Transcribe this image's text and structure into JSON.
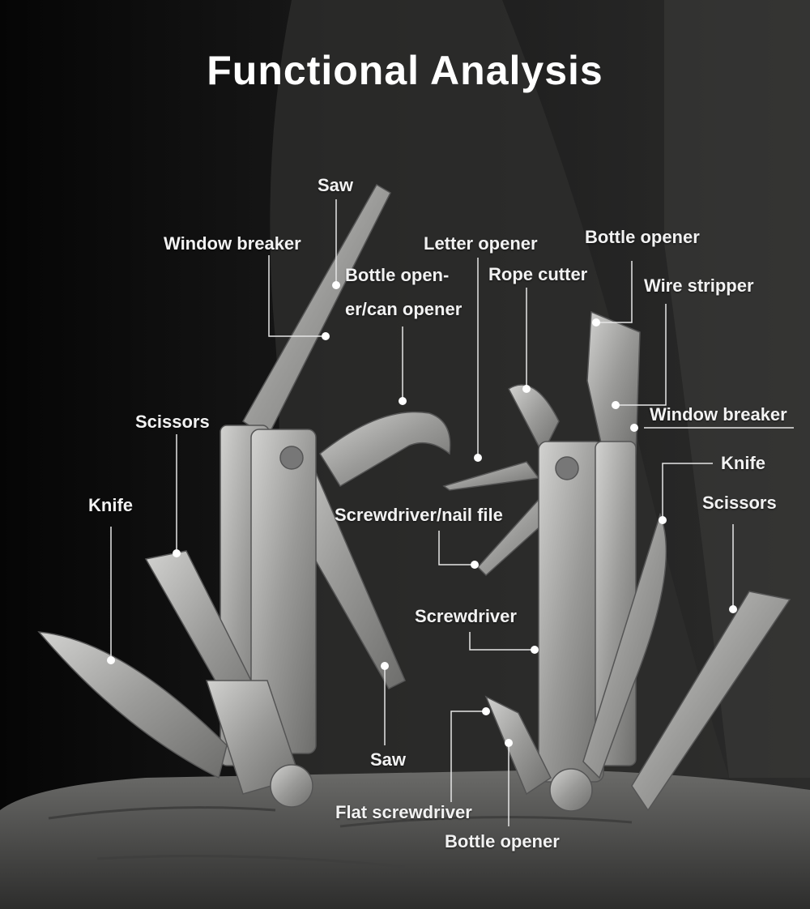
{
  "title": "Functional Analysis",
  "left_tool": {
    "saw_top": "Saw",
    "window_breaker": "Window breaker",
    "bottle_opener_line1": "Bottle open-",
    "bottle_opener_line2": "er/can opener",
    "scissors": "Scissors",
    "knife": "Knife",
    "saw_bottom": "Saw"
  },
  "right_tool": {
    "letter_opener": "Letter opener",
    "bottle_opener_top": "Bottle opener",
    "rope_cutter": "Rope cutter",
    "wire_stripper": "Wire stripper",
    "window_breaker": "Window breaker",
    "knife": "Knife",
    "scissors": "Scissors",
    "screwdriver_nail_file": "Screwdriver/nail file",
    "screwdriver": "Screwdriver",
    "flat_screwdriver": "Flat screwdriver",
    "bottle_opener_bottom": "Bottle opener"
  },
  "colors": {
    "background": "#0b0b0b",
    "rock": "#5a5a58",
    "steel": "#9a9a98",
    "callout": "#e6e6e6"
  }
}
